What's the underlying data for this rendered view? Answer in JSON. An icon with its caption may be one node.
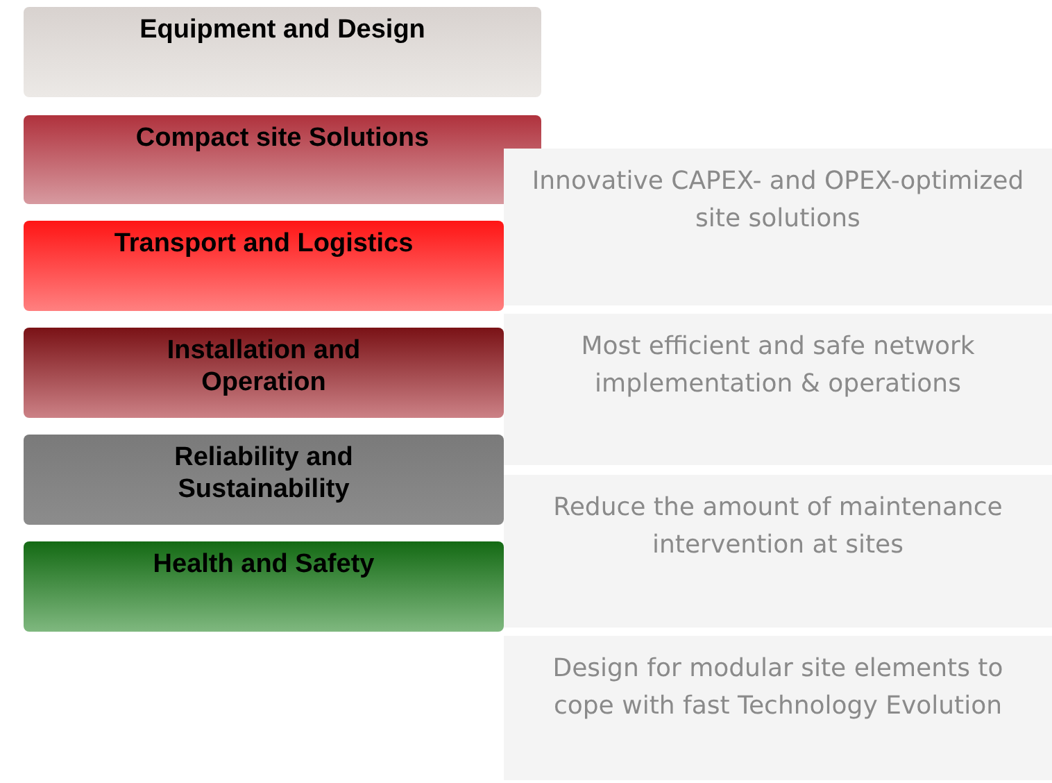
{
  "diagram": {
    "nodes": [
      {
        "text": [
          "Equipment and Design"
        ]
      },
      {
        "text": [
          "Compact site Solutions"
        ]
      },
      {
        "text": [
          "Transport and Logistics"
        ]
      },
      {
        "text": [
          "Installation and Operation"
        ]
      },
      {
        "text": [
          "Reliability and Sustainability"
        ]
      },
      {
        "text": [
          "Health and Safety"
        ]
      },
      {
        "text": [
          "Innovative CAPEX- and OPEX-optimized site solutions"
        ]
      },
      {
        "text": [
          "Most efficient and safe network implementation & operations"
        ]
      },
      {
        "text": [
          "Reduce the amount of maintenance intervention at sites"
        ]
      },
      {
        "text": [
          "Design for modular site elements to cope with fast Technology Evolution"
        ]
      }
    ]
  }
}
